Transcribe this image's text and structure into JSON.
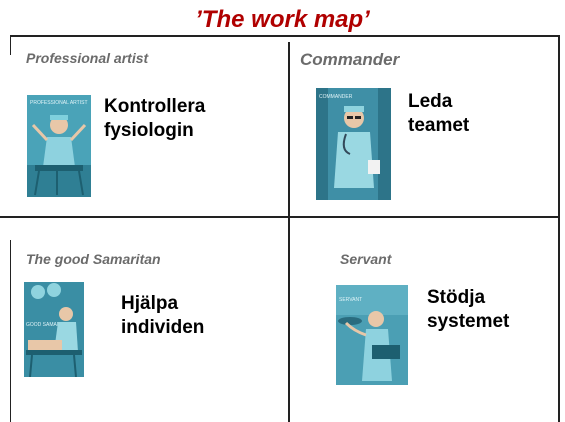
{
  "title": "’The work map’",
  "quadrants": [
    {
      "label": "Professional artist",
      "action_line1": "Kontrollera",
      "action_line2": "fysiologin",
      "illustration_caption": "PROFESSIONAL ARTIST",
      "icon": "professional-artist-illustration"
    },
    {
      "label": "Commander",
      "action_line1": "Leda",
      "action_line2": "teamet",
      "illustration_caption": "COMMANDER",
      "icon": "commander-illustration"
    },
    {
      "label": "The good Samaritan",
      "action_line1": "Hjälpa",
      "action_line2": "individen",
      "illustration_caption": "GOOD SAMARITAN",
      "icon": "good-samaritan-illustration"
    },
    {
      "label": "Servant",
      "action_line1": "Stödja",
      "action_line2": "systemet",
      "illustration_caption": "SERVANT",
      "icon": "servant-illustration"
    }
  ],
  "colors": {
    "title": "#b00000",
    "label": "#6b6b6b",
    "illustration_bg": "#3f97ad"
  }
}
